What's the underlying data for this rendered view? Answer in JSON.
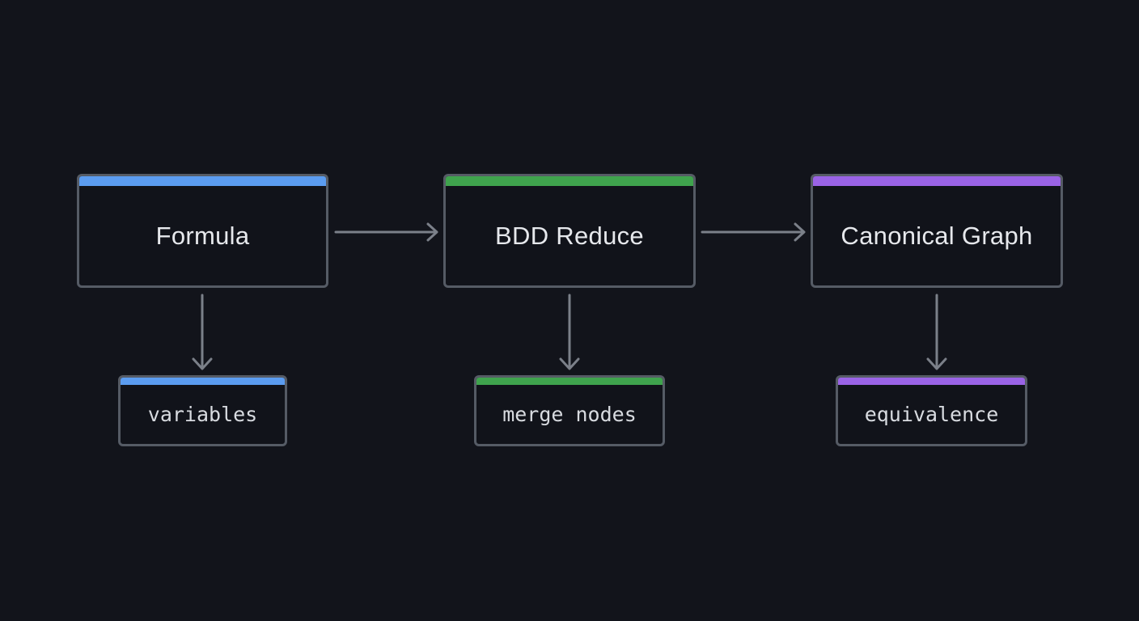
{
  "colors": {
    "background": "#12141b",
    "border": "#555b65",
    "arrow": "#7b8089",
    "blue": "#5b9cf0",
    "green": "#3fa34d",
    "purple": "#9a63e6"
  },
  "stages": [
    {
      "label": "Formula",
      "accent": "#5b9cf0",
      "output": "variables"
    },
    {
      "label": "BDD Reduce",
      "accent": "#3fa34d",
      "output": "merge nodes"
    },
    {
      "label": "Canonical Graph",
      "accent": "#9a63e6",
      "output": "equivalence"
    }
  ]
}
